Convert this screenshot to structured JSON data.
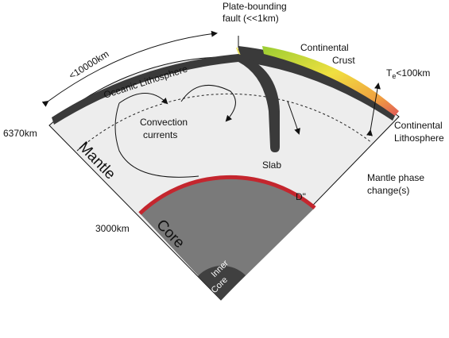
{
  "labels": {
    "fault_line1": "Plate-bounding",
    "fault_line2": "fault (<<1km)",
    "width": "<10000km",
    "oceanic_lithosphere": "Oceanic Lithosphere",
    "continental_crust_line1": "Continental",
    "continental_crust_line2": "Crust",
    "te_prefix": "T",
    "te_sub": "e",
    "te_value": "<100km",
    "convection_line1": "Convection",
    "convection_line2": "currents",
    "radius_surface": "6370km",
    "mantle": "Mantle",
    "slab": "Slab",
    "continental_lith_line1": "Continental",
    "continental_lith_line2": "Lithosphere",
    "phase_line1": "Mantle phase",
    "phase_line2": "change(s)",
    "d_double_prime": "D\"",
    "radius_core": "3000km",
    "core": "Core",
    "inner_core_line1": "Inner",
    "inner_core_line2": "Core"
  },
  "colors": {
    "mantle": "#ededed",
    "lithosphere": "#3a3a3a",
    "core": "#7a7a7a",
    "inner_core": "#404040",
    "d_layer": "#c4262e",
    "fault": "#e8e060",
    "crust_start": "#9acd32",
    "crust_end": "#e05858"
  }
}
